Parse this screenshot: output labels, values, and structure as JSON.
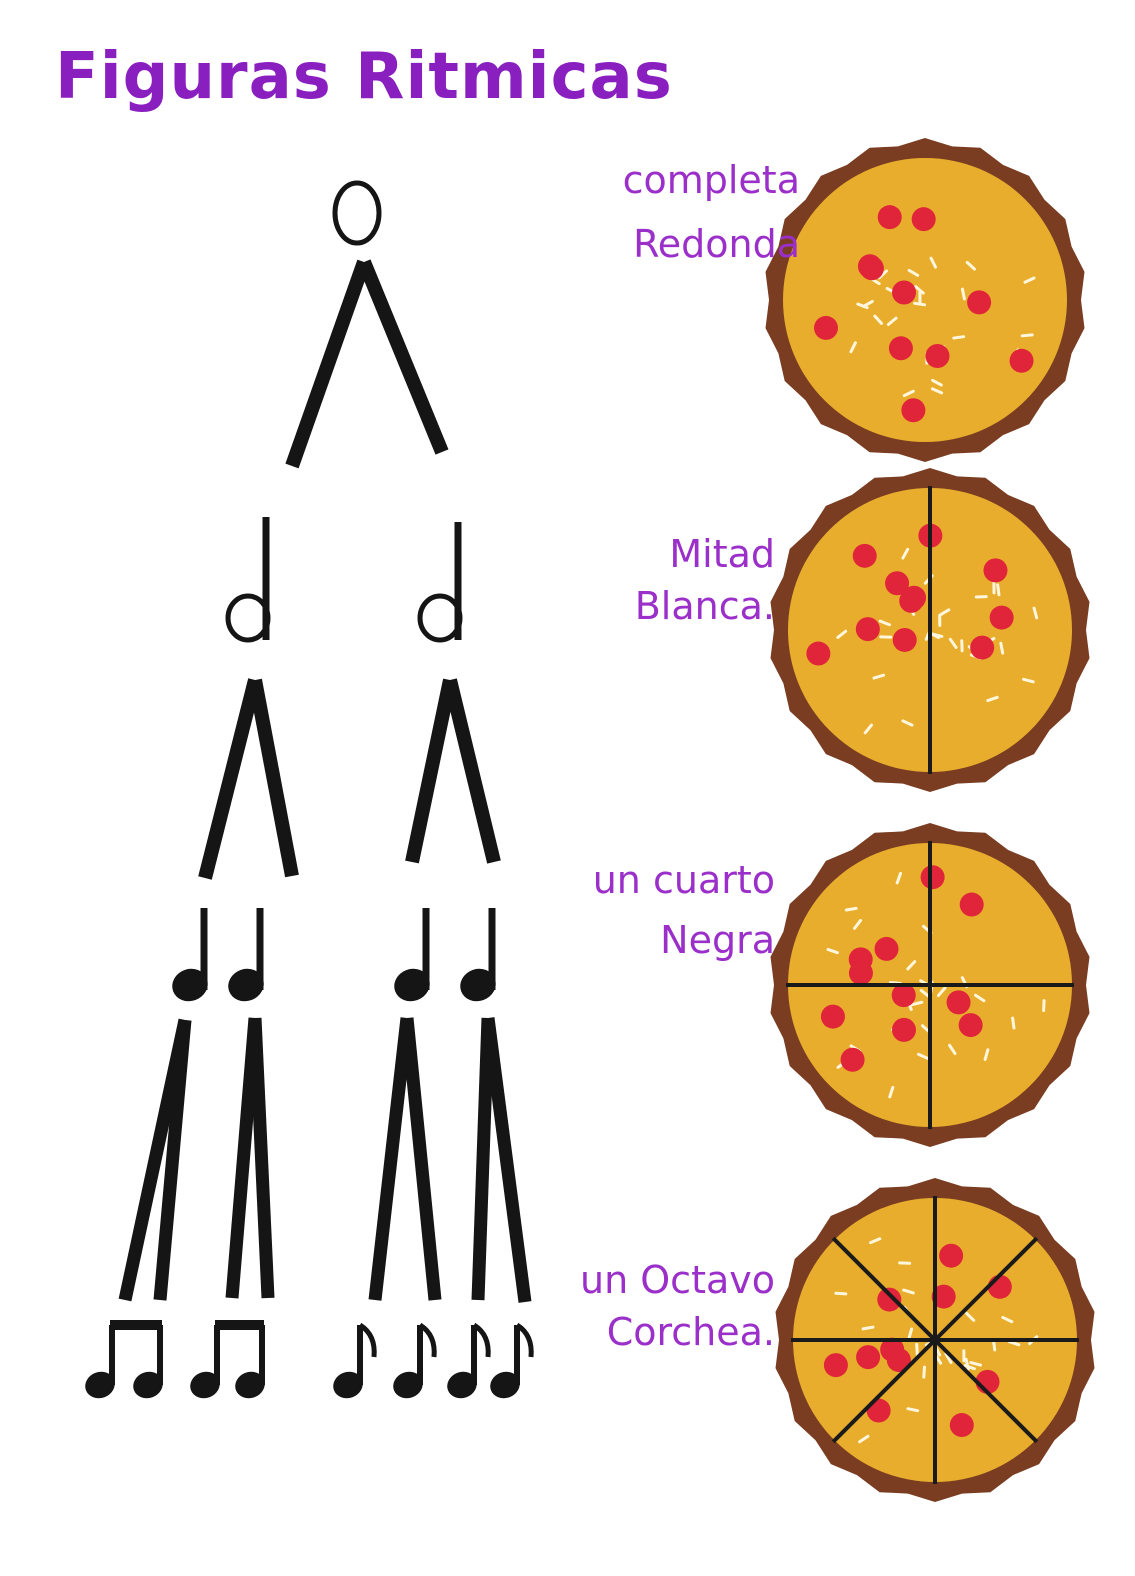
{
  "title": "Figuras Ritmicas",
  "colors": {
    "title": "#8a1fc0",
    "label": "#9b2fc9",
    "ink": "#151515",
    "crust": "#7a3d22",
    "cheese": "#e8ad2c",
    "pepperoni": "#e0243a",
    "cheese_strands": "#fff6dc",
    "divider": "#1a1a1a"
  },
  "tree": {
    "levels": [
      {
        "figure": "Redonda",
        "count": 1,
        "symbol": "whole-note"
      },
      {
        "figure": "Blanca",
        "count": 2,
        "symbol": "half-note"
      },
      {
        "figure": "Negra",
        "count": 4,
        "symbol": "quarter-note"
      },
      {
        "figure": "Corchea",
        "count": 8,
        "symbol": "eighth-note",
        "grouping": [
          "beamed-pair",
          "beamed-pair",
          "single",
          "single",
          "single",
          "single"
        ]
      }
    ]
  },
  "pizzas": [
    {
      "fraction_label": "completa",
      "figure_label": "Redonda",
      "slices": 1
    },
    {
      "fraction_label": "Mitad",
      "figure_label": "Blanca.",
      "slices": 2
    },
    {
      "fraction_label": "un cuarto",
      "figure_label": "Negra",
      "slices": 4
    },
    {
      "fraction_label": "un Octavo",
      "figure_label": "Corchea.",
      "slices": 8
    }
  ]
}
